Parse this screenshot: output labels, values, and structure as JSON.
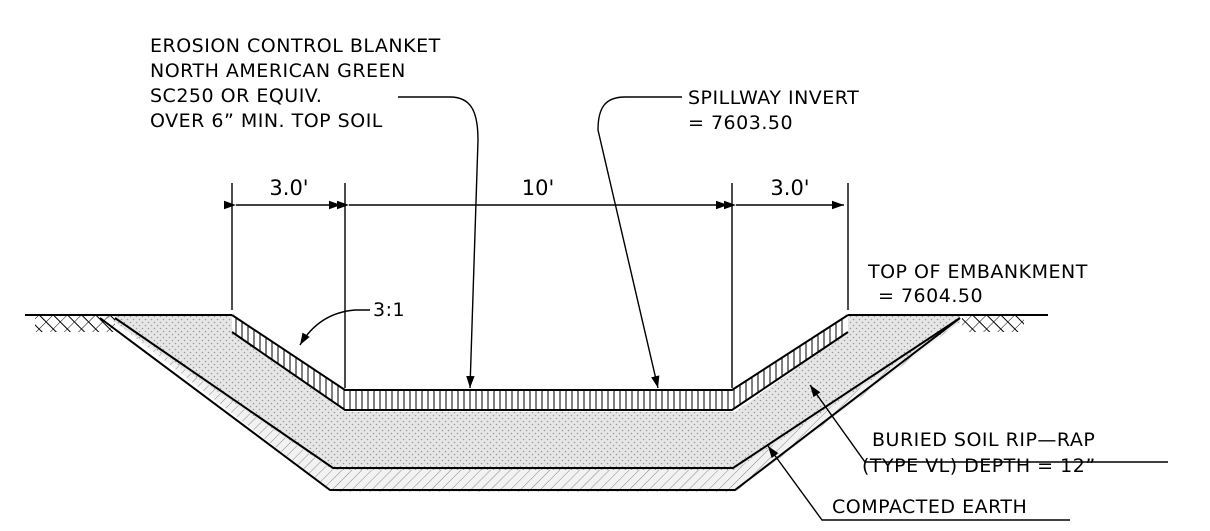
{
  "callouts": {
    "blanket": [
      "EROSION CONTROL BLANKET",
      "NORTH AMERICAN GREEN",
      "SC250 OR EQUIV.",
      "OVER 6” MIN. TOP SOIL"
    ],
    "invert": [
      "SPILLWAY INVERT",
      "= 7603.50"
    ],
    "embankment": [
      "TOP OF EMBANKMENT",
      "= 7604.50"
    ],
    "riprap": [
      "BURIED SOIL RIP—RAP",
      "(TYPE VL) DEPTH = 12”"
    ],
    "earth": "COMPACTED EARTH",
    "slope": "3:1"
  },
  "dimensions": {
    "left_side": "3.0'",
    "bottom_width": "10'",
    "right_side": "3.0'"
  }
}
